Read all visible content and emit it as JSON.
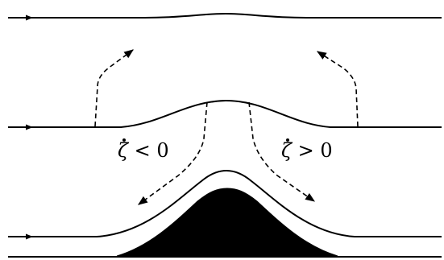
{
  "labels": {
    "left": {
      "symbol": "ζ",
      "relation": "< 0"
    },
    "right": {
      "symbol": "ζ",
      "relation": "> 0"
    }
  },
  "colors": {
    "ink": "#000000",
    "background": "#ffffff"
  }
}
